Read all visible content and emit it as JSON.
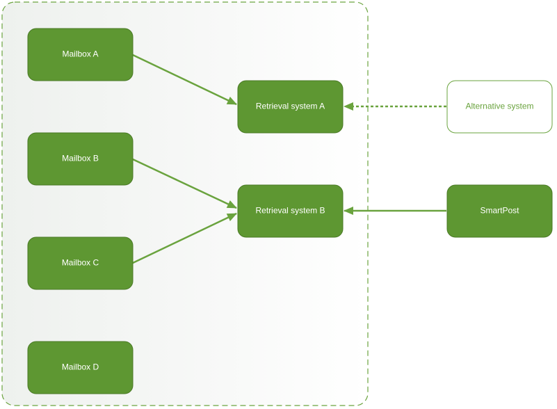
{
  "diagram": {
    "nodes": {
      "mailbox_a": "Mailbox A",
      "mailbox_b": "Mailbox B",
      "mailbox_c": "Mailbox C",
      "mailbox_d": "Mailbox D",
      "retrieval_a": "Retrieval system A",
      "retrieval_b": "Retrieval system B",
      "alternative": "Alternative system",
      "smartpost": "SmartPost"
    },
    "edges": [
      {
        "from": "Mailbox A",
        "to": "Retrieval system A",
        "style": "solid"
      },
      {
        "from": "Mailbox B",
        "to": "Retrieval system B",
        "style": "solid"
      },
      {
        "from": "Mailbox C",
        "to": "Retrieval system B",
        "style": "solid"
      },
      {
        "from": "Alternative system",
        "to": "Retrieval system A",
        "style": "dashed"
      },
      {
        "from": "SmartPost",
        "to": "Retrieval system B",
        "style": "solid"
      }
    ],
    "colors": {
      "node_fill": "#5e9732",
      "node_stroke": "#4a7a26",
      "edge": "#6aa33e",
      "outline_node_text": "#6aa33e",
      "container_stroke": "#6aa33e",
      "container_fill": "#f5f7f5"
    }
  }
}
